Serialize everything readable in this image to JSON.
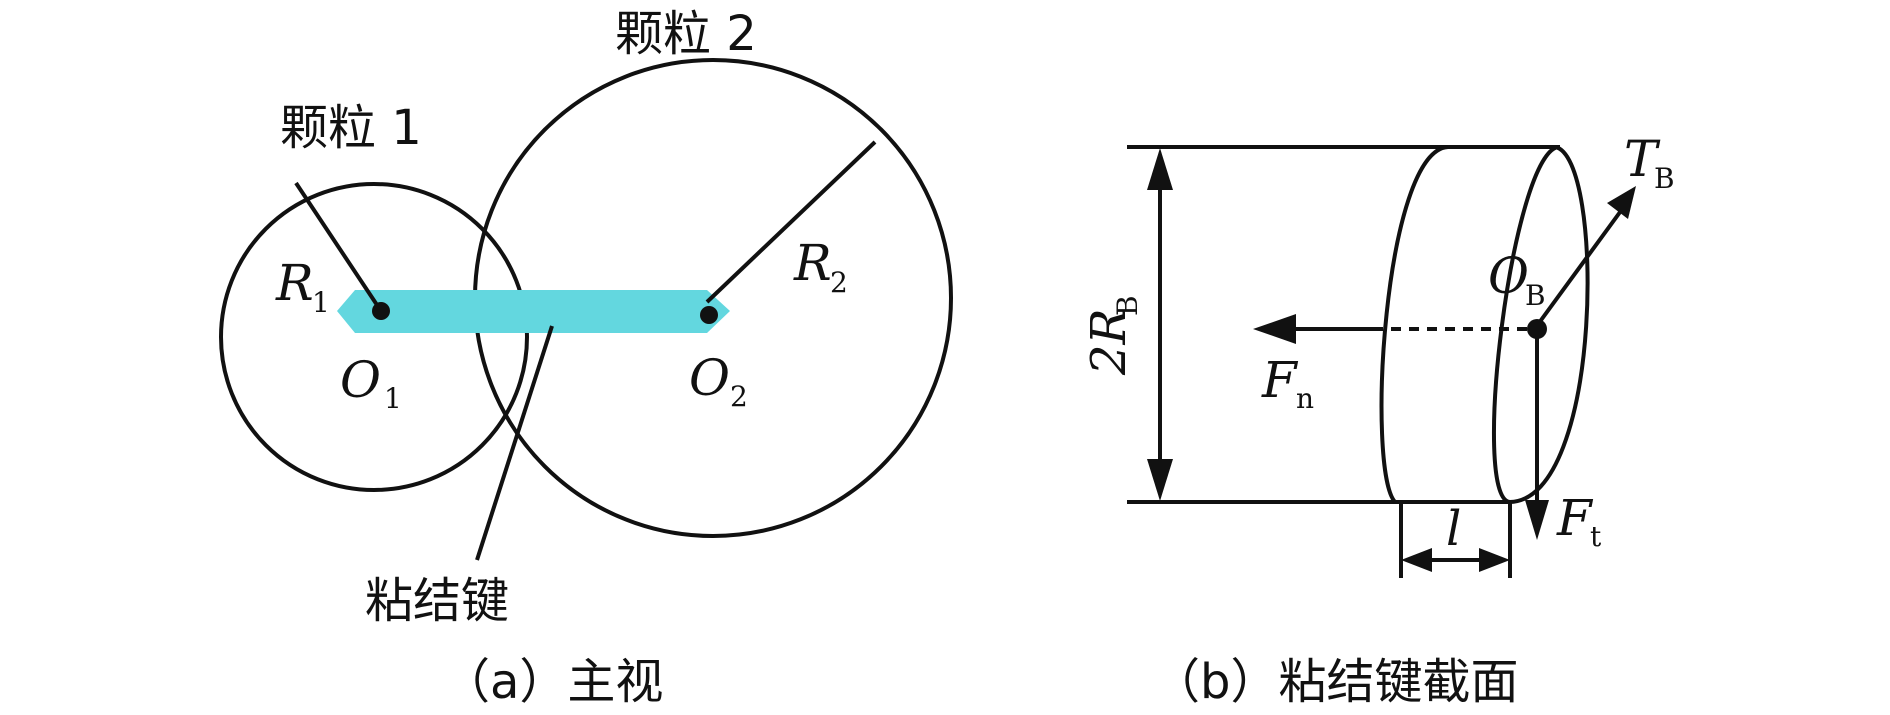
{
  "panel_a": {
    "particle1_label": "颗粒 1",
    "particle2_label": "颗粒 2",
    "r1_main": "R",
    "r1_sub": "1",
    "r2_main": "R",
    "r2_sub": "2",
    "o1_main": "O",
    "o1_sub": "1",
    "o2_main": "O",
    "o2_sub": "2",
    "bond_label": "粘结键",
    "caption": "（a）主视",
    "bond_color": "#63d7df"
  },
  "panel_b": {
    "diameter_main": "2R",
    "diameter_sub": "B",
    "tb_main": "T",
    "tb_sub": "B",
    "ob_main": "O",
    "ob_sub": "B",
    "fn_main": "F",
    "fn_sub": "n",
    "ft_main": "F",
    "ft_sub": "t",
    "length_label": "l",
    "caption": "（b）粘结键截面"
  }
}
